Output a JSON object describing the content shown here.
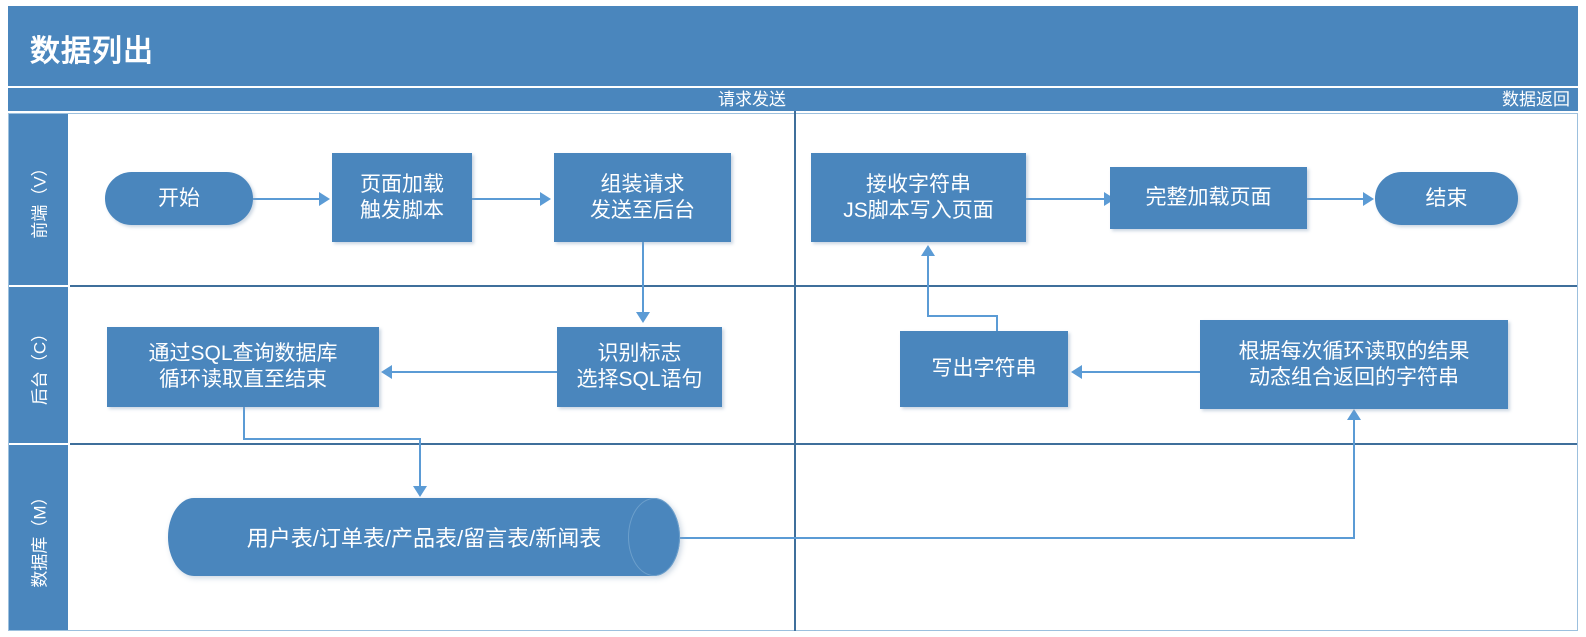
{
  "diagram": {
    "title": "数据列出",
    "type": "cross-functional-flowchart",
    "phases": [
      {
        "id": "request",
        "label": "请求发送"
      },
      {
        "id": "response",
        "label": "数据返回"
      }
    ],
    "lanes": [
      {
        "id": "frontend",
        "label": "前端（V）"
      },
      {
        "id": "backend",
        "label": "后台（C）"
      },
      {
        "id": "database",
        "label": "数据库（M）"
      }
    ],
    "nodes": {
      "start": {
        "label": "开始",
        "shape": "rounded",
        "lane": "frontend",
        "phase": "request"
      },
      "page_load": {
        "label": "页面加载\n触发脚本",
        "shape": "process",
        "lane": "frontend",
        "phase": "request"
      },
      "assemble": {
        "label": "组装请求\n发送至后台",
        "shape": "process",
        "lane": "frontend",
        "phase": "request"
      },
      "identify": {
        "label": "识别标志\n选择SQL语句",
        "shape": "process",
        "lane": "backend",
        "phase": "request"
      },
      "sql_query": {
        "label": "通过SQL查询数据库\n循环读取直至结束",
        "shape": "process",
        "lane": "backend",
        "phase": "request"
      },
      "db_tables": {
        "label": "用户表/订单表/产品表/留言表/新闻表",
        "shape": "cylinder",
        "lane": "database",
        "phase": "request"
      },
      "build_string": {
        "label": "根据每次循环读取的结果\n动态组合返回的字符串",
        "shape": "process",
        "lane": "backend",
        "phase": "response"
      },
      "write_string": {
        "label": "写出字符串",
        "shape": "process",
        "lane": "backend",
        "phase": "response"
      },
      "receive": {
        "label": "接收字符串\nJS脚本写入页面",
        "shape": "process",
        "lane": "frontend",
        "phase": "response"
      },
      "full_load": {
        "label": "完整加载页面",
        "shape": "process",
        "lane": "frontend",
        "phase": "response"
      },
      "end": {
        "label": "结束",
        "shape": "rounded",
        "lane": "frontend",
        "phase": "response"
      }
    },
    "edges": [
      {
        "from": "start",
        "to": "page_load"
      },
      {
        "from": "page_load",
        "to": "assemble"
      },
      {
        "from": "assemble",
        "to": "identify"
      },
      {
        "from": "identify",
        "to": "sql_query"
      },
      {
        "from": "sql_query",
        "to": "db_tables"
      },
      {
        "from": "db_tables",
        "to": "build_string"
      },
      {
        "from": "build_string",
        "to": "write_string"
      },
      {
        "from": "write_string",
        "to": "receive"
      },
      {
        "from": "receive",
        "to": "full_load"
      },
      {
        "from": "full_load",
        "to": "end"
      }
    ],
    "colors": {
      "accent": "#4a86bd",
      "connector": "#5b9bd5",
      "divider": "#3f6f9b",
      "node_text": "#ffffff"
    }
  }
}
